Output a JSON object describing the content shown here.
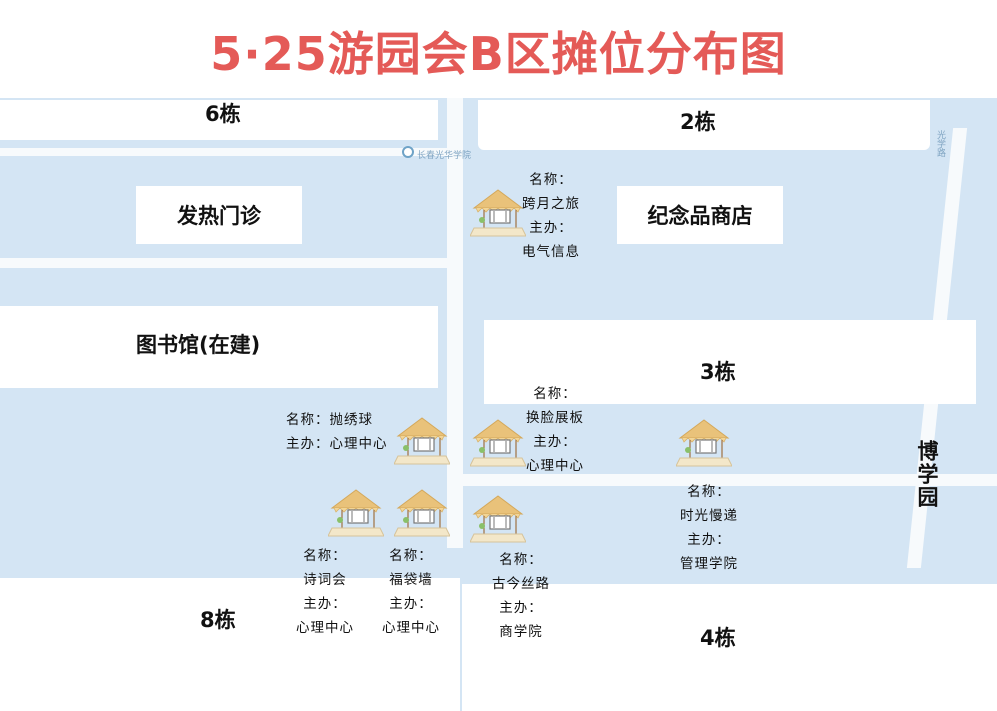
{
  "title": "5·25游园会B区摊位分布图",
  "buildings": {
    "b6": "6栋",
    "b2": "2栋",
    "b3": "3栋",
    "b8": "8栋",
    "b4": "4栋"
  },
  "places": {
    "clinic": "发热门诊",
    "souvenir": "纪念品商店",
    "library": "图书馆(在建)",
    "garden": "博学园"
  },
  "map_text": {
    "poi": "长春光华学院",
    "street": "光学路"
  },
  "field_labels": {
    "name": "名称：",
    "host": "主办："
  },
  "stalls": [
    {
      "name": "跨月之旅",
      "host": "电气信息"
    },
    {
      "name": "抛绣球",
      "host": "心理中心"
    },
    {
      "name": "换脸展板",
      "host": "心理中心"
    },
    {
      "name": "时光慢递",
      "host": "管理学院"
    },
    {
      "name": "诗词会",
      "host": "心理中心"
    },
    {
      "name": "福袋墙",
      "host": "心理中心"
    },
    {
      "name": "古今丝路",
      "host": "商学院"
    }
  ],
  "colors": {
    "title": "#e45a57",
    "map_background": "#d4e5f4",
    "road": "#f7fafc",
    "roof": "#e9c27a",
    "booth_base": "#f3e7c9"
  },
  "icons": [
    "booth-icon",
    "poi-pin-icon"
  ]
}
